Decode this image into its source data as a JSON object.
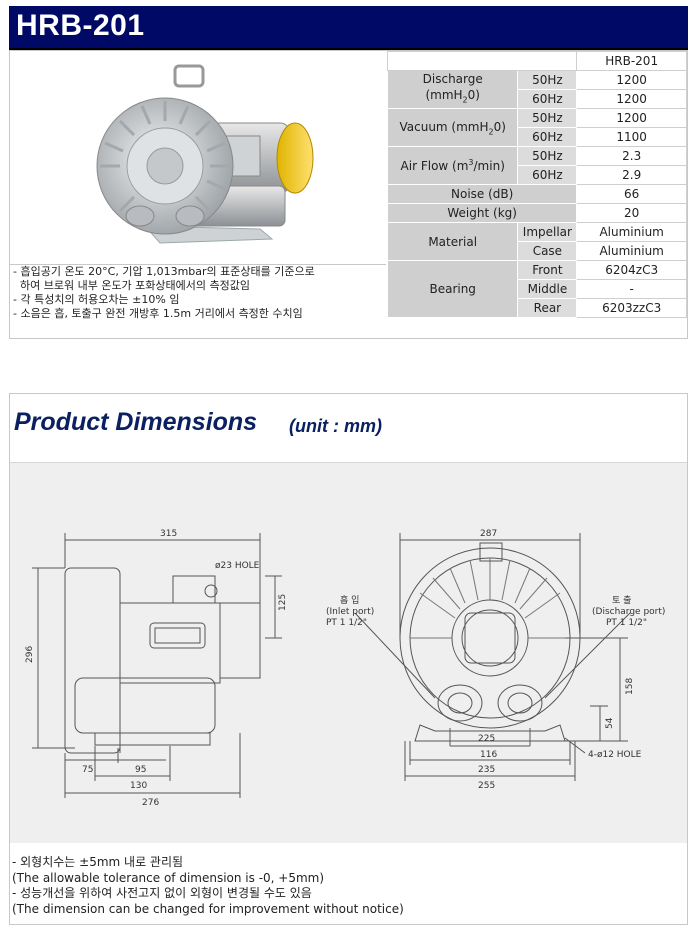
{
  "model_title": "HRB-201",
  "spec": {
    "model_header": "HRB-201",
    "discharge": {
      "label_line1": "Discharge",
      "label_line2": "(mmH",
      "label_sub": "2",
      "label_end": "0)",
      "hz50": "50Hz",
      "hz60": "60Hz",
      "v50": "1200",
      "v60": "1200"
    },
    "vacuum": {
      "label": "Vacuum (mmH",
      "label_sub": "2",
      "label_end": "0)",
      "hz50": "50Hz",
      "hz60": "60Hz",
      "v50": "1200",
      "v60": "1100"
    },
    "airflow": {
      "label": "Air Flow (m",
      "label_sup": "3",
      "label_end": "/min)",
      "hz50": "50Hz",
      "hz60": "60Hz",
      "v50": "2.3",
      "v60": "2.9"
    },
    "noise": {
      "label": "Noise (dB)",
      "value": "66"
    },
    "weight": {
      "label": "Weight (kg)",
      "value": "20"
    },
    "material": {
      "label": "Material",
      "impellar_label": "Impellar",
      "impellar": "Aluminium",
      "case_label": "Case",
      "case": "Aluminium"
    },
    "bearing": {
      "label": "Bearing",
      "front_label": "Front",
      "front": "6204zC3",
      "middle_label": "Middle",
      "middle": "-",
      "rear_label": "Rear",
      "rear": "6203zzC3"
    }
  },
  "spec_notes": [
    "- 흡입공기 온도 20°C, 기압 1,013mbar의 표준상태를 기준으로",
    "  하여 브로워 내부 온도가 포화상태에서의 측정값임",
    "- 각 특성치의 허용오차는 ±10% 임",
    "- 소음은 흡, 토출구 완전 개방후 1.5m 거리에서 측정한 수치임"
  ],
  "dimensions": {
    "title": "Product Dimensions",
    "unit": "(unit : mm)",
    "side": {
      "d315": "315",
      "hole": "ø23 HOLE",
      "d125": "125",
      "d296": "296",
      "d75": "75",
      "d95": "95",
      "d130": "130",
      "d276": "276"
    },
    "front": {
      "d287": "287",
      "inlet_kr": "흡 입",
      "inlet_en": "(Inlet port)",
      "inlet_pt": "PT 1 1/2\"",
      "out_kr": "토 출",
      "out_en": "(Discharge port)",
      "out_pt": "PT 1 1/2\"",
      "d158": "158",
      "d54": "54",
      "d225": "225",
      "d116": "116",
      "d235": "235",
      "d255": "255",
      "hole": "4-ø12 HOLE"
    }
  },
  "dim_notes": [
    "- 외형치수는 ±5mm 내로 관리됨",
    "(The allowable tolerance of dimension is -0, +5mm)",
    "- 성능개선을 위하여 사전고지 없이 외형이 변경될 수도 있음",
    "(The dimension can be changed for improvement without notice)"
  ]
}
